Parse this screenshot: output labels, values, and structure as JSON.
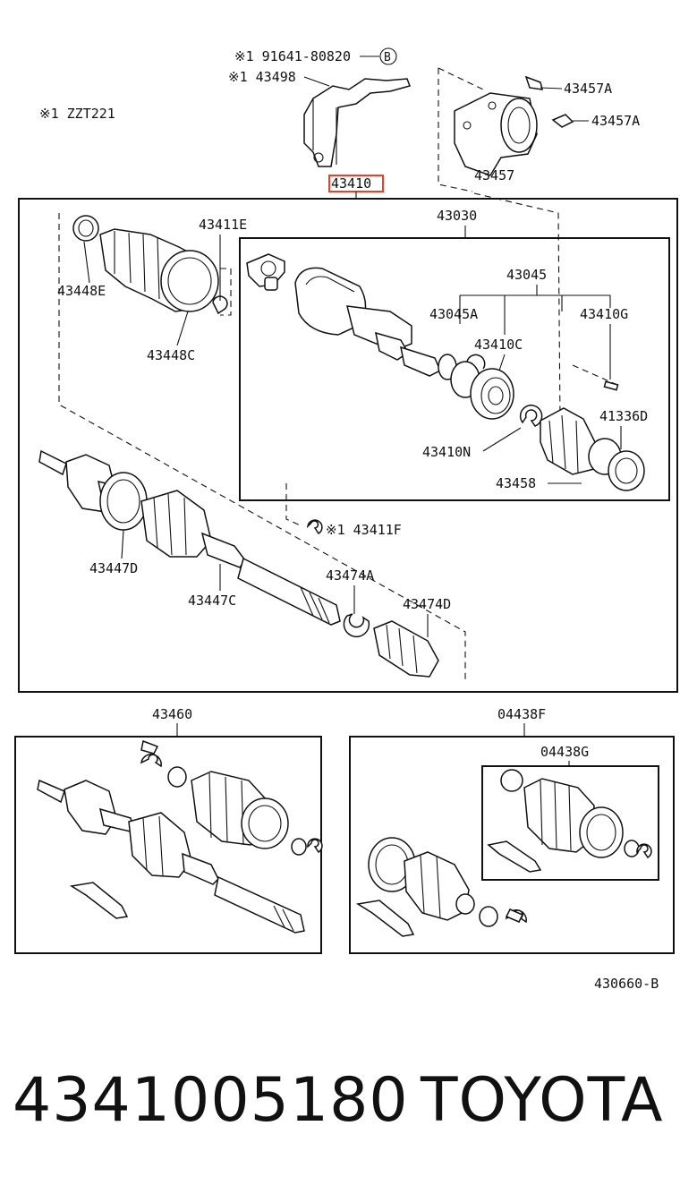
{
  "labels": {
    "note_model": "※1 ZZT221",
    "note_bolt": "※1 91641-80820",
    "note_bolt_ref": "B",
    "note_43498": "※1 43498",
    "p43457A_top": "43457A",
    "p43457A_side": "43457A",
    "p43457": "43457",
    "p43410": "43410",
    "p43030": "43030",
    "p43411E": "43411E",
    "p43448E": "43448E",
    "p43448C": "43448C",
    "p43045": "43045",
    "p43045A": "43045A",
    "p43410G": "43410G",
    "p43410C": "43410C",
    "p41336D": "41336D",
    "p43410N": "43410N",
    "p43458": "43458",
    "p43411F": "※1 43411F",
    "p43447D": "43447D",
    "p43447C": "43447C",
    "p43474A": "43474A",
    "p43474D": "43474D",
    "p43460": "43460",
    "p04438F": "04438F",
    "p04438G": "04438G",
    "ref_code": "430660-B"
  },
  "caption": {
    "part_number": "4341005180",
    "brand": "TOYOTA"
  },
  "colors": {
    "highlight": "#e8412b",
    "ink": "#111111"
  }
}
